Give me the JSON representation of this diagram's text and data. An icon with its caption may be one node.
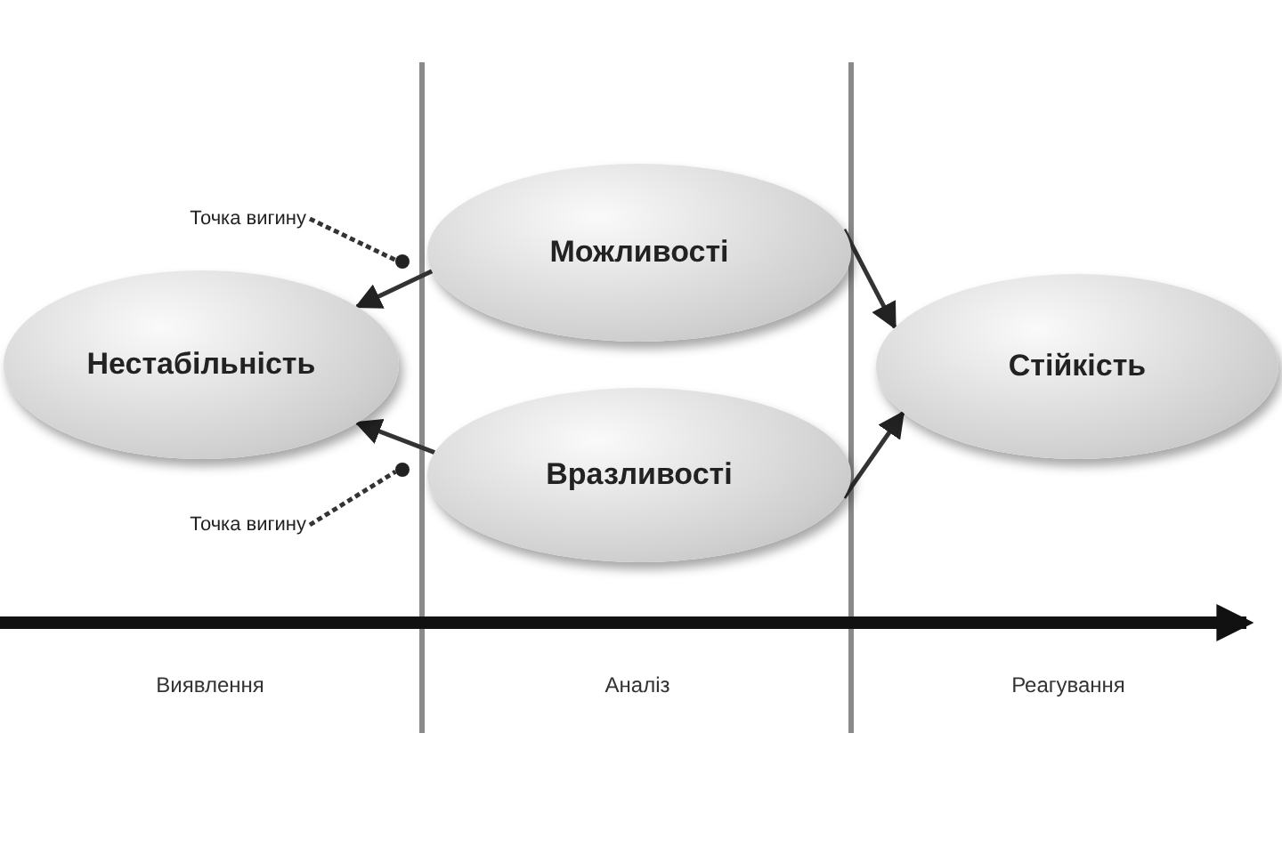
{
  "diagram": {
    "nodes": [
      {
        "text": [
          "Точка вигину"
        ]
      },
      {
        "text": [
          "Нестабільність"
        ]
      },
      {
        "text": [
          "Можливості"
        ]
      },
      {
        "text": [
          "Вразливості"
        ]
      },
      {
        "text": [
          "Стійкість"
        ]
      },
      {
        "text": [
          "Точка вигину"
        ]
      },
      {
        "text": [],
        "shape": "circle"
      },
      {
        "text": [],
        "shape": "circle"
      }
    ],
    "edges": [
      {
        "from": 2,
        "to": 1,
        "arrow": "to"
      },
      {
        "from": 3,
        "to": 1,
        "arrow": "to"
      },
      {
        "from": 2,
        "to": 4,
        "arrow": "to"
      },
      {
        "from": 3,
        "to": 4,
        "arrow": "to"
      },
      {
        "from": 0,
        "to": 6,
        "arrow": "none",
        "style": "dashed"
      },
      {
        "from": 5,
        "to": 7,
        "arrow": "none",
        "style": "dashed"
      }
    ],
    "labels": [
      "Виявлення",
      "Аналіз",
      "Реагування"
    ]
  }
}
